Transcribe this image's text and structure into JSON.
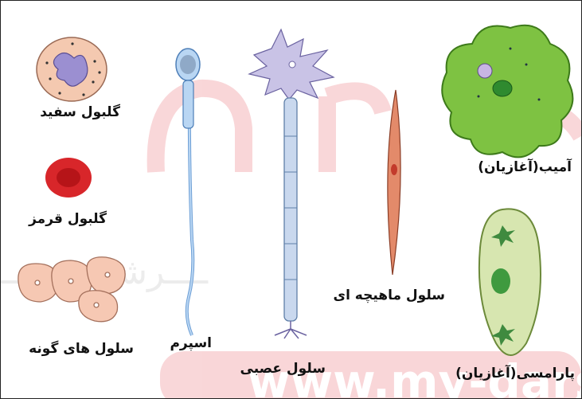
{
  "labels": {
    "white_blood_cell": "گلبول سفید",
    "red_blood_cell": "گلبول قرمز",
    "epithelial_cells": "سلول های گونه",
    "sperm": "اسپرم",
    "neuron": "سلول عصبی",
    "muscle_cell": "سلول ماهیچه ای",
    "amoeba": "آمیب(آغازیان)",
    "paramecium": "پارامسی(آغازیان)"
  },
  "watermark": {
    "text": "www.my-dars",
    "subtext": "ــــرشی عصــــ"
  },
  "colors": {
    "watermark": "#f7c9cc",
    "amoeba": "#7ec242",
    "red_cell": "#d8262a",
    "neuron": "#c9c3e6",
    "muscle": "#e38a6a",
    "paramecium": "#d7e6b0",
    "sperm": "#9fc3ea"
  }
}
